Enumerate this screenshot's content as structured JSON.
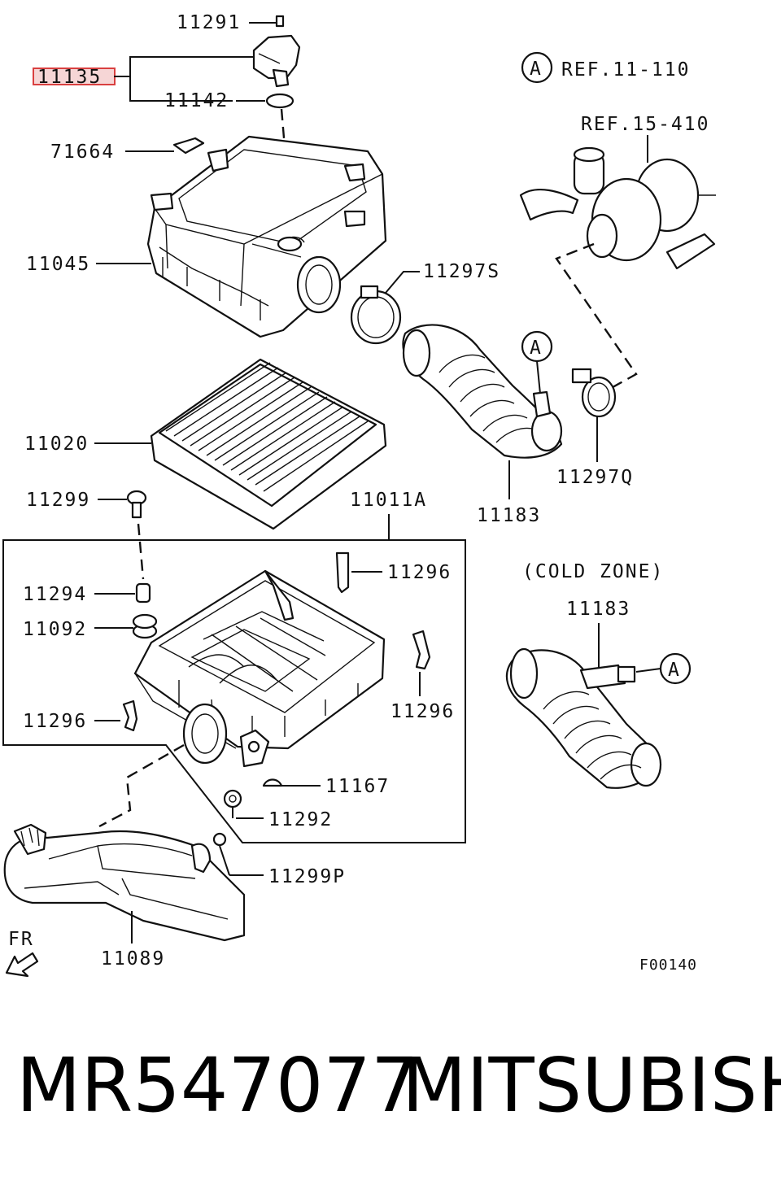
{
  "diagram": {
    "highlighted_part": "11135",
    "reference_a": {
      "marker": "A",
      "text": "REF.11-110"
    },
    "reference_turbo": "REF.15-410",
    "cold_zone_title": "(COLD ZONE)",
    "figure_code": "F00140",
    "front_marker": "FR",
    "labels": {
      "p11291": "11291",
      "p11135": "11135",
      "p11142": "11142",
      "p71664": "71664",
      "p11045": "11045",
      "p11297s": "11297S",
      "p11020": "11020",
      "p11299": "11299",
      "p11011a": "11011A",
      "p11183": "11183",
      "p11297q": "11297Q",
      "p11296a": "11296",
      "p11294": "11294",
      "p11092": "11092",
      "p11296b": "11296",
      "p11296c": "11296",
      "p11167": "11167",
      "p11292": "11292",
      "p11299p": "11299P",
      "p11089": "11089",
      "p11183cold": "11183"
    },
    "callout_a": [
      "A",
      "A"
    ]
  },
  "caption": {
    "part_number": "MR547077",
    "brand": "MITSUBISHI"
  }
}
